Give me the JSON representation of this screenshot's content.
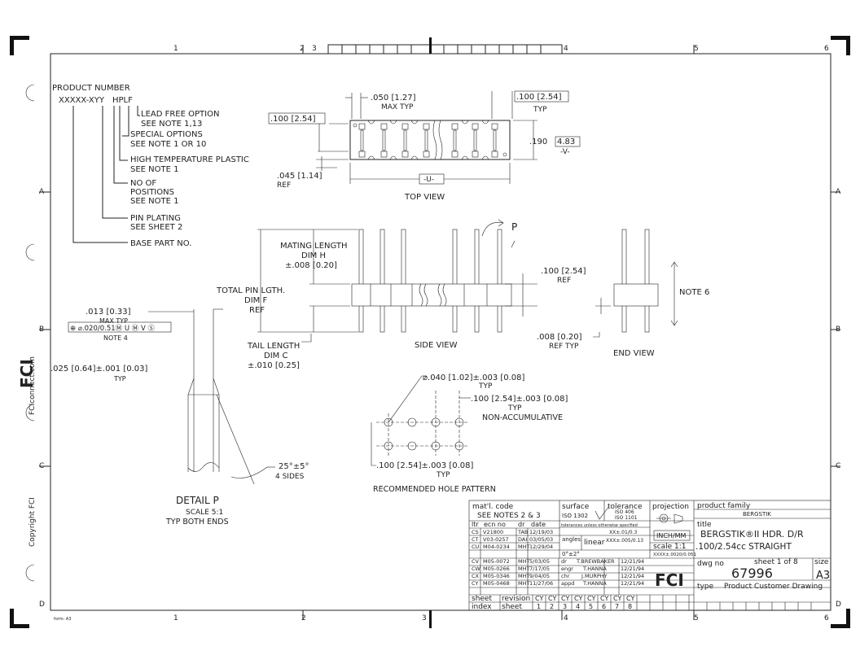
{
  "frame": {
    "top_numbers": [
      "1",
      "2",
      "3",
      "4",
      "5",
      "6"
    ],
    "bottom_numbers": [
      "1",
      "2",
      "3",
      "4",
      "5",
      "6"
    ],
    "side_letters": [
      "A",
      "B",
      "C",
      "D"
    ],
    "form_label": "form: A3",
    "left_text_url": "FCIconnect.com",
    "left_text_copyright": "Copyright FCI"
  },
  "callouts": {
    "product_number_title": "PRODUCT NUMBER",
    "part_code": "XXXXX-XYY",
    "part_suffix": "HPLF",
    "lead_free": "LEAD FREE OPTION",
    "lead_free_note": "SEE NOTE 1,13",
    "special_options": "SPECIAL OPTIONS",
    "special_options_note": "SEE NOTE 1 OR 10",
    "high_temp": "HIGH TEMPERATURE PLASTIC",
    "high_temp_note": "SEE NOTE 1",
    "no_of": "NO OF",
    "positions": "POSITIONS",
    "positions_note": "SEE NOTE 1",
    "pin_plating": "PIN PLATING",
    "pin_plating_note": "SEE SHEET 2",
    "base_part": "BASE PART NO."
  },
  "top_view": {
    "title": "TOP VIEW",
    "dim_pitch_050": ".050 [1.27]",
    "max_typ": "MAX TYP",
    "dim_100_top": ".100 [2.54]",
    "typ": "TYP",
    "dim_100_left": ".100 [2.54]",
    "dim_190": ".190",
    "dim_483": "4.83",
    "dim_v": "-V-",
    "dim_045": ".045 [1.14]",
    "ref": "REF",
    "dim_u": "-U-"
  },
  "side_view": {
    "title": "SIDE VIEW",
    "p_label": "P",
    "mating_length": "MATING LENGTH",
    "dim_h": "DIM H",
    "dim_h_tol": "±.008 [0.20]",
    "total_pin": "TOTAL PIN LGTH.",
    "dim_f": "DIM F",
    "ref": "REF",
    "tail_length": "TAIL LENGTH",
    "dim_c": "DIM C",
    "dim_c_tol": "±.010 [0.25]",
    "dim_100": ".100 [2.54]",
    "ref2": "REF",
    "dim_008": ".008 [0.20]",
    "ref_typ": "REF TYP"
  },
  "end_view": {
    "title": "END VIEW",
    "note": "NOTE 6"
  },
  "detail": {
    "dim_013": ".013 [0.33]",
    "max_typ": "MAX TYP",
    "tolerance_frame": "⊕ ⌀.020/0.51Ⓜ U Ⓜ V Ⓢ",
    "note4": "NOTE 4",
    "dim_025": ".025 [0.64]±.001 [0.03]",
    "typ": "TYP",
    "angle": "25°±5°",
    "sides": "4 SIDES",
    "title": "DETAIL P",
    "scale": "SCALE 5:1",
    "typ_both": "TYP BOTH ENDS"
  },
  "hole_pattern": {
    "dia": "⌀.040 [1.02]±.003 [0.08]",
    "typ1": "TYP",
    "pitch": ".100 [2.54]±.003 [0.08]",
    "typ2": "TYP",
    "non_acc": "NON-ACCUMULATIVE",
    "pitch2": ".100 [2.54]±.003 [0.08]",
    "typ3": "TYP",
    "title": "RECOMMENDED HOLE PATTERN"
  },
  "title_block": {
    "matl_code": "mat'l. code",
    "see_notes": "SEE NOTES 2 & 3",
    "surface": "surface",
    "iso1302": "ISO 1302",
    "tolerance": "tolerance",
    "iso406": "ISO 406",
    "iso1101": "ISO 1101",
    "projection": "projection",
    "product_family_label": "product family",
    "product_family": "BERGSTIK",
    "hdr_ltr": "ltr",
    "hdr_ecn": "ecn no",
    "hdr_dr": "dr",
    "hdr_date": "date",
    "tol_note": "tolerances unless otherwise specified",
    "title_label": "title",
    "title_line1": "BERGSTIK®II HDR. D/R",
    "title_line2": ".100/2.54cc STRAIGHT",
    "angles": "angles",
    "linear": "linear",
    "tol_x": "XX±.01/0.3",
    "tol_xx": "XXX±.005/0.13",
    "tol_xxx": "XXXX±.0020/0.051",
    "angle_tol": "0°±2°",
    "inch_mm": "INCH/MM",
    "scale": "scale 1:1",
    "dwg_no_label": "dwg no",
    "dwg_no": "67996",
    "sheet_of": "sheet 1 of 8",
    "size_label": "size",
    "size": "A3",
    "type_label": "type",
    "type": "Product Customer Drawing",
    "logo": "FCI",
    "roles": [
      {
        "role": "dr",
        "name": "T.BREWBAKER",
        "date": "12/21/94"
      },
      {
        "role": "engr",
        "name": "T.HANNA",
        "date": "12/21/94"
      },
      {
        "role": "chr",
        "name": "J.MURPHY",
        "date": "12/21/94"
      },
      {
        "role": "appd",
        "name": "T.HANNA",
        "date": "12/21/94"
      }
    ],
    "revisions": [
      {
        "ltr": "CS",
        "ecn": "V21800",
        "dr": "TAB",
        "date": "12/19/03"
      },
      {
        "ltr": "CT",
        "ecn": "V03-0257",
        "dr": "DAI",
        "date": "03/05/03"
      },
      {
        "ltr": "CU",
        "ecn": "M04-0234",
        "dr": "MHT",
        "date": "12/29/04"
      },
      {
        "ltr": "CV",
        "ecn": "M05-0072",
        "dr": "MHT",
        "date": "5/03/05"
      },
      {
        "ltr": "CW",
        "ecn": "M05-0266",
        "dr": "MHT",
        "date": "7/17/05"
      },
      {
        "ltr": "CX",
        "ecn": "M05-0346",
        "dr": "MHT",
        "date": "9/04/05"
      },
      {
        "ltr": "CY",
        "ecn": "M05-0468",
        "dr": "MHT",
        "date": "11/27/06"
      }
    ],
    "sheet_label": "sheet",
    "revision_label": "revision",
    "index_label": "index",
    "sheet_label2": "sheet",
    "sheet_revs": [
      "CY",
      "CY",
      "CY",
      "CY",
      "CY",
      "CY",
      "CY",
      "CY"
    ],
    "sheet_nums": [
      "1",
      "2",
      "3",
      "4",
      "5",
      "6",
      "7",
      "8"
    ]
  }
}
